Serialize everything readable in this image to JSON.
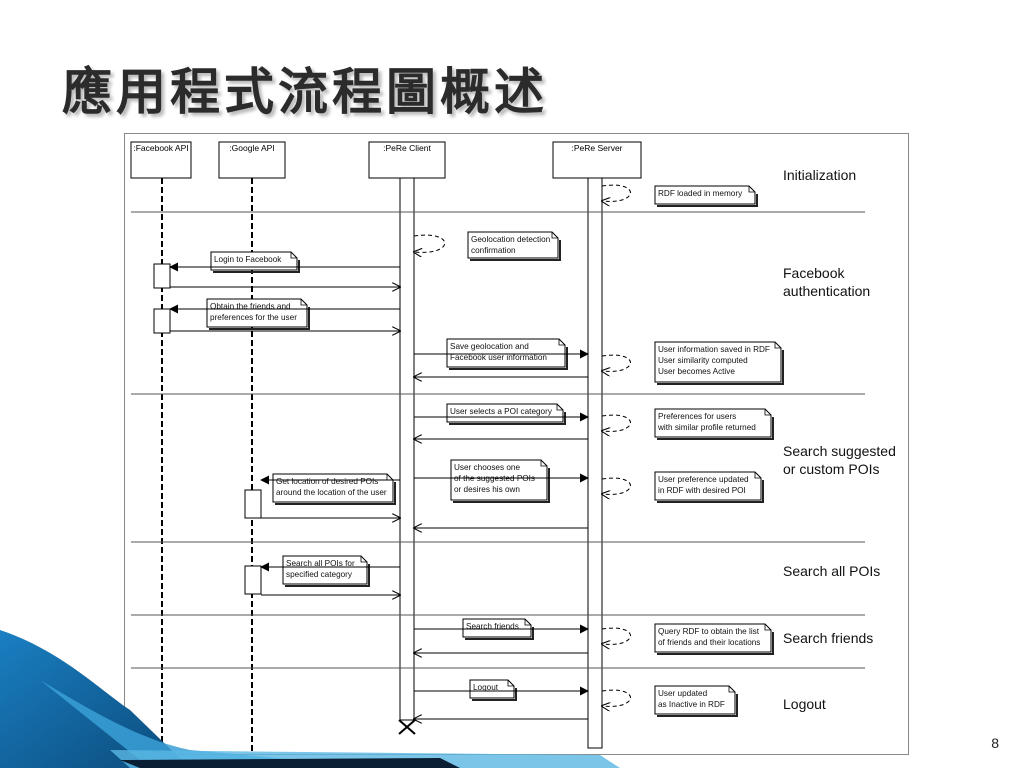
{
  "slide": {
    "title": "應用程式流程圖概述",
    "page_number": "8"
  },
  "diagram": {
    "participants": [
      {
        "id": "facebook-api",
        "label": ":Facebook API"
      },
      {
        "id": "google-api",
        "label": ":Google API"
      },
      {
        "id": "pere-client",
        "label": ":PeRe Client"
      },
      {
        "id": "pere-server",
        "label": ":PeRe Server"
      }
    ],
    "sections": [
      {
        "label": "Initialization"
      },
      {
        "label": "Facebook\nauthentication"
      },
      {
        "label": "Search suggested\nor custom POIs"
      },
      {
        "label": "Search all POIs"
      },
      {
        "label": "Search friends"
      },
      {
        "label": "Logout"
      }
    ],
    "notes": [
      {
        "text": "RDF loaded in memory"
      },
      {
        "text": "Geolocation detection\nconfirmation"
      },
      {
        "text": "Login to Facebook"
      },
      {
        "text": "Obtain the friends and\npreferences for the user"
      },
      {
        "text": "Save geolocation and\nFacebook user information"
      },
      {
        "text": "User information saved in RDF\nUser similarity computed\nUser becomes Active"
      },
      {
        "text": "User selects a POI category"
      },
      {
        "text": "Preferences for users\nwith similar profile returned"
      },
      {
        "text": "User chooses one\nof the suggested POIs\nor desires his own"
      },
      {
        "text": "User preference updated\nin RDF with desired POI"
      },
      {
        "text": "Get location of desired POIs\naround the location of the user"
      },
      {
        "text": "Search all POIs for\nspecified category"
      },
      {
        "text": "Search friends"
      },
      {
        "text": "Query RDF to obtain the list\nof friends and their locations"
      },
      {
        "text": "Logout"
      },
      {
        "text": "User updated\nas Inactive in RDF"
      }
    ]
  }
}
